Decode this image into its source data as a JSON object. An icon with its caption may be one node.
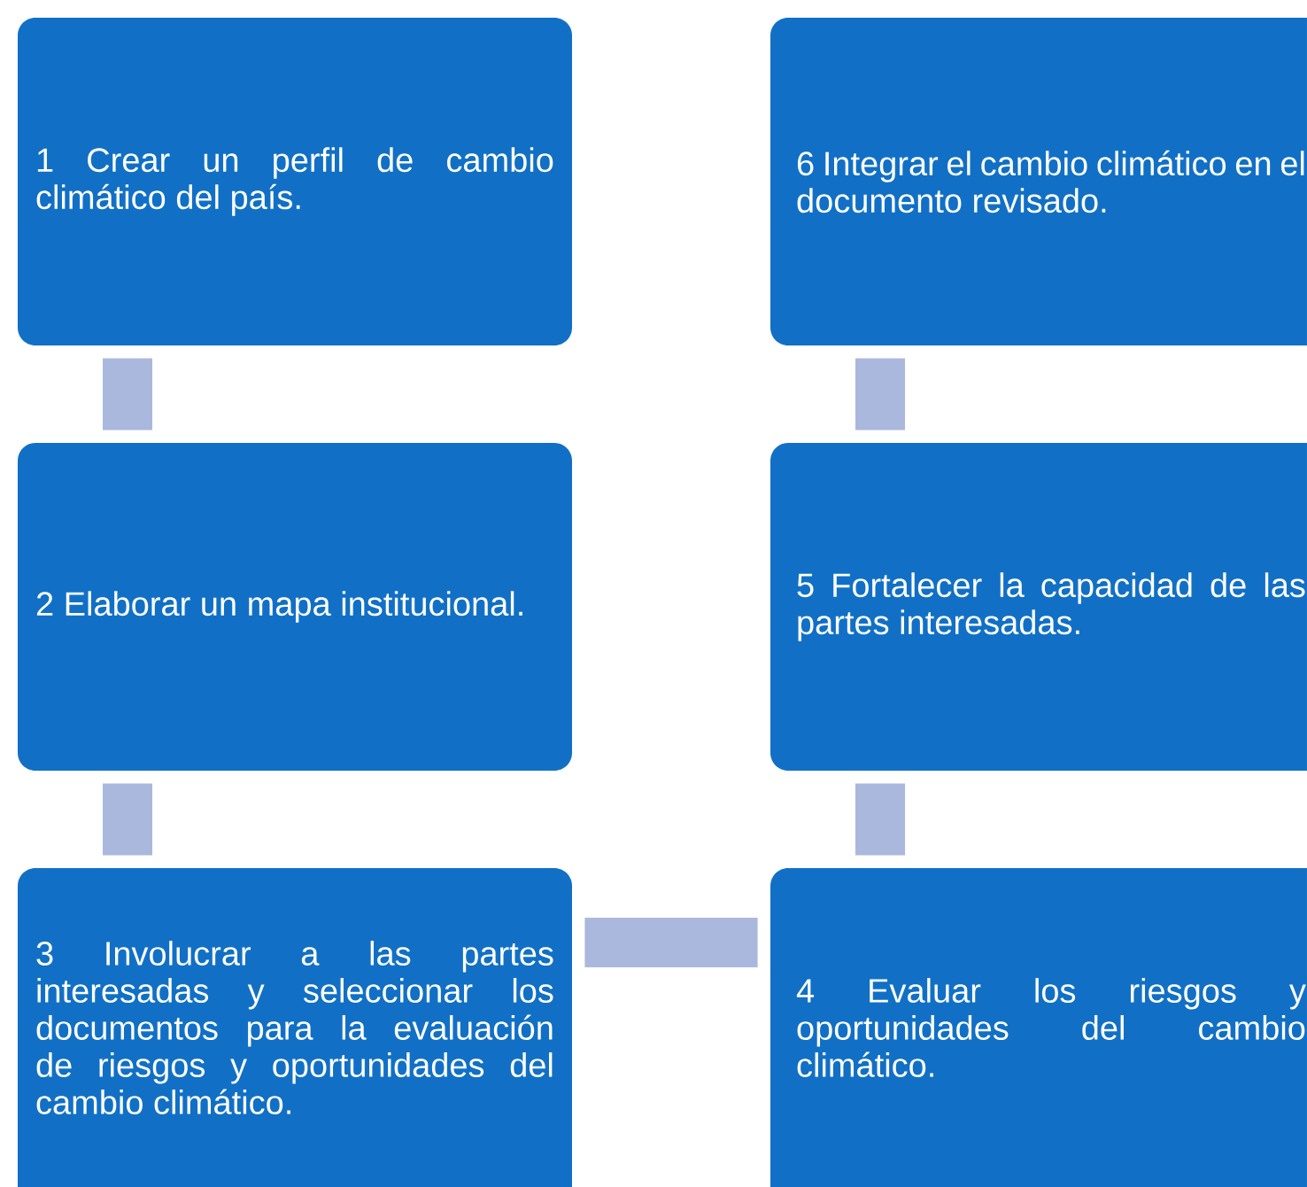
{
  "diagram": {
    "nodes": [
      {
        "text": [
          "1 Crear un perfil de cambio climático del país."
        ]
      },
      {
        "text": [
          "2 Elaborar un mapa institucional."
        ]
      },
      {
        "text": [
          "3 Involucrar a las partes interesadas y seleccionar los documentos para la evaluación de riesgos y oportunidades del cambio climático."
        ]
      },
      {
        "text": [
          "4 Evaluar los riesgos y oportunidades del cambio climático."
        ]
      },
      {
        "text": [
          "5 Fortalecer la capacidad de las partes interesadas."
        ]
      },
      {
        "text": [
          "6 Integrar el cambio climático en el documento revisado."
        ]
      }
    ],
    "edges": [
      {
        "from": 0,
        "to": 1,
        "arrow": "none"
      },
      {
        "from": 1,
        "to": 2,
        "arrow": "none"
      },
      {
        "from": 2,
        "to": 3,
        "arrow": "none"
      },
      {
        "from": 3,
        "to": 4,
        "arrow": "none"
      },
      {
        "from": 4,
        "to": 5,
        "arrow": "none"
      }
    ]
  }
}
